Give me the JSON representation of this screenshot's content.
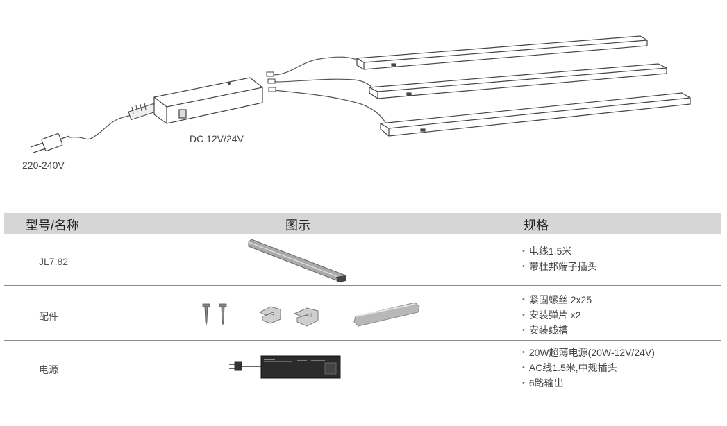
{
  "diagram": {
    "input_voltage_label": "220-240V",
    "output_voltage_label": "DC 12V/24V"
  },
  "table": {
    "headers": {
      "model": "型号/名称",
      "image": "图示",
      "spec": "规格"
    },
    "rows": [
      {
        "name": "JL7.82",
        "specs": [
          "电线1.5米",
          "带杜邦端子插头"
        ]
      },
      {
        "name": "配件",
        "specs": [
          "紧固螺丝 2x25",
          "安装弹片 x2",
          "安装线槽"
        ]
      },
      {
        "name": "电源",
        "specs": [
          "20W超薄电源(20W-12V/24V)",
          "AC线1.5米,中规插头",
          "6路输出"
        ]
      }
    ]
  }
}
